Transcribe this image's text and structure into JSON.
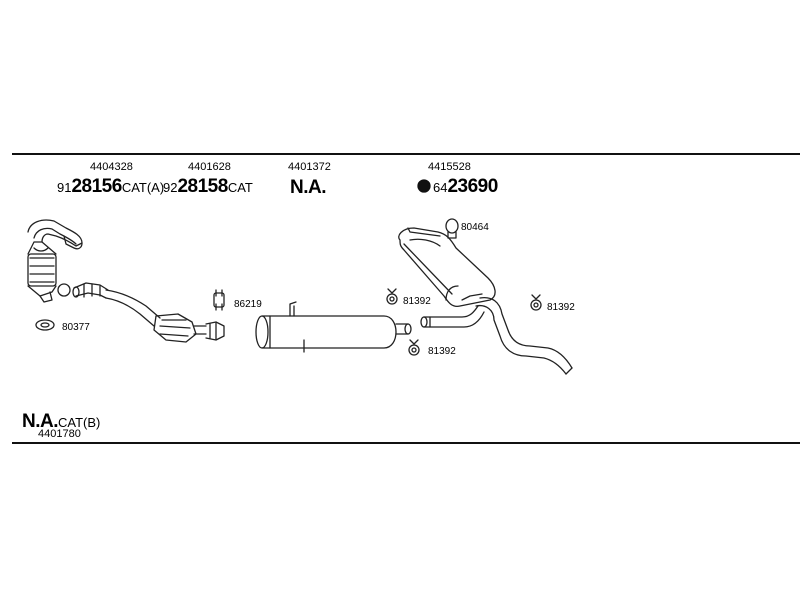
{
  "header": {
    "ids": [
      "4404328",
      "4401628",
      "4401372",
      "4415528"
    ],
    "part1": {
      "prefix": "91",
      "main": "28156",
      "suffix": "CAT(A)"
    },
    "part2": {
      "prefix": "92",
      "main": "28158",
      "suffix": "CAT"
    },
    "part3": "N.A.",
    "part4": {
      "prefix": "64",
      "main": "23690"
    }
  },
  "refs": {
    "r80377": "80377",
    "r86219": "86219",
    "r80464": "80464",
    "r81392a": "81392",
    "r81392b": "81392",
    "r81392c": "81392"
  },
  "footer": {
    "main": "N.A.",
    "suffix": "CAT(B)",
    "id": "4401780"
  }
}
